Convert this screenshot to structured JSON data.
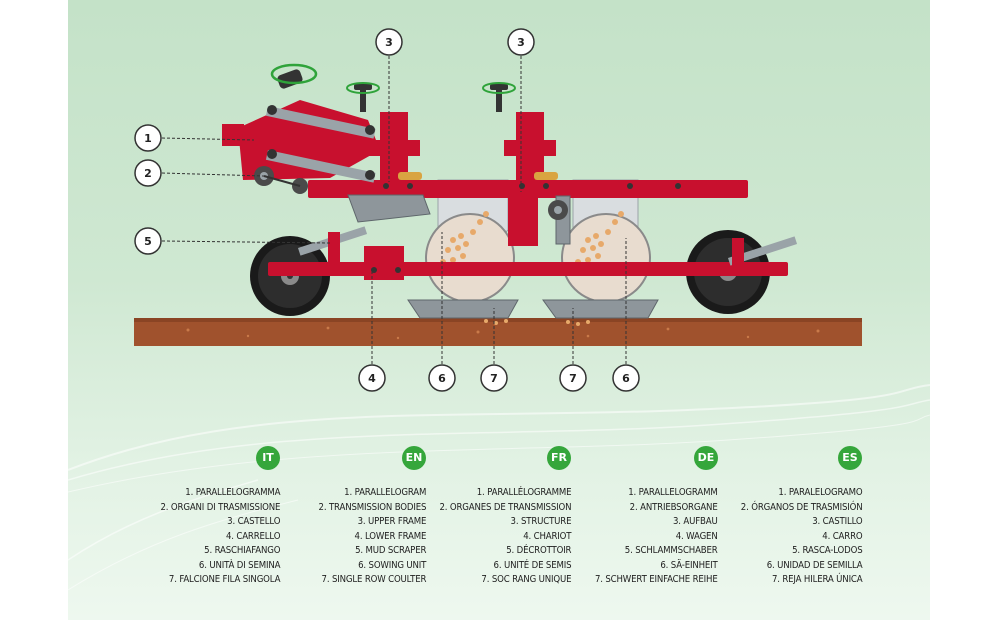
{
  "callouts": {
    "c1": "1",
    "c2": "2",
    "c5": "5",
    "c3a": "3",
    "c3b": "3",
    "c4": "4",
    "c6a": "6",
    "c7a": "7",
    "c7b": "7",
    "c6b": "6"
  },
  "colors": {
    "frame_red": "#c8102e",
    "soil_brown": "#a0522d",
    "badge_green": "#35a63b",
    "background_green": "#c4e2c8"
  },
  "legend": {
    "it": {
      "code": "IT",
      "items": [
        "1. PARALLELOGRAMMA",
        "2. ORGANI DI TRASMISSIONE",
        "3. CASTELLO",
        "4. CARRELLO",
        "5. RASCHIAFANGO",
        "6. UNITÀ DI SEMINA",
        "7. FALCIONE FILA SINGOLA"
      ]
    },
    "en": {
      "code": "EN",
      "items": [
        "1. PARALLELOGRAM",
        "2. TRANSMISSION BODIES",
        "3. UPPER FRAME",
        "4. LOWER FRAME",
        "5. MUD SCRAPER",
        "6. SOWING UNIT",
        "7. SINGLE ROW COULTER"
      ]
    },
    "fr": {
      "code": "FR",
      "items": [
        "1. PARALLÉLOGRAMME",
        "2. ORGANES DE TRANSMISSION",
        "3. STRUCTURE",
        "4. CHARIOT",
        "5. DÉCROTTOIR",
        "6. UNITÉ DE SEMIS",
        "7. SOC RANG UNIQUE"
      ]
    },
    "de": {
      "code": "DE",
      "items": [
        "1. PARALLELOGRAMM",
        "2. ANTRIEBSORGANE",
        "3. AUFBAU",
        "4. WAGEN",
        "5. SCHLAMMSCHABER",
        "6. SÄ-EINHEIT",
        "7. SCHWERT EINFACHE REIHE"
      ]
    },
    "es": {
      "code": "ES",
      "items": [
        "1. PARALELOGRAMO",
        "2. ÓRGANOS DE TRASMISIÓN",
        "3. CASTILLO",
        "4. CARRO",
        "5. RASCA-LODOS",
        "6. UNIDAD DE SEMILLA",
        "7. REJA HILERA ÚNICA"
      ]
    }
  }
}
